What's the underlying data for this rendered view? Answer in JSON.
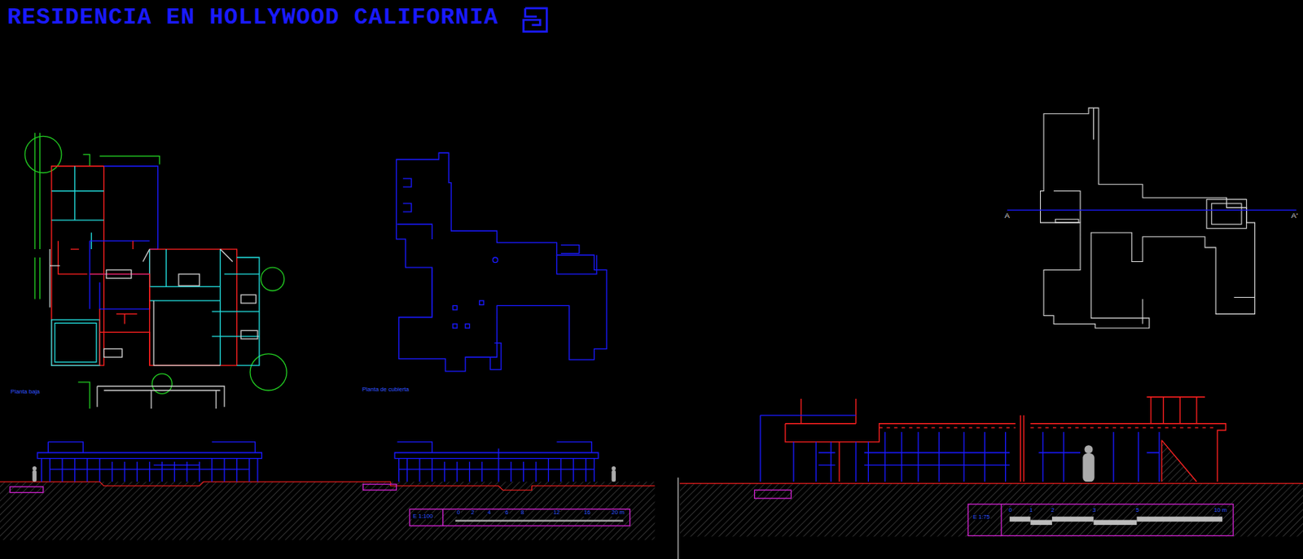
{
  "diagram": {
    "title": "RESIDENCIA EN HOLLYWOOD CALIFORNIA",
    "labels": [
      "Planta baja",
      "Planta de cubierta",
      "A",
      "A'",
      "E 1:100",
      "0",
      "2",
      "4",
      "6",
      "8",
      "12",
      "16",
      "20 m",
      "E 1:75",
      "0",
      "1",
      "2",
      "3",
      "5",
      "10 m"
    ]
  }
}
